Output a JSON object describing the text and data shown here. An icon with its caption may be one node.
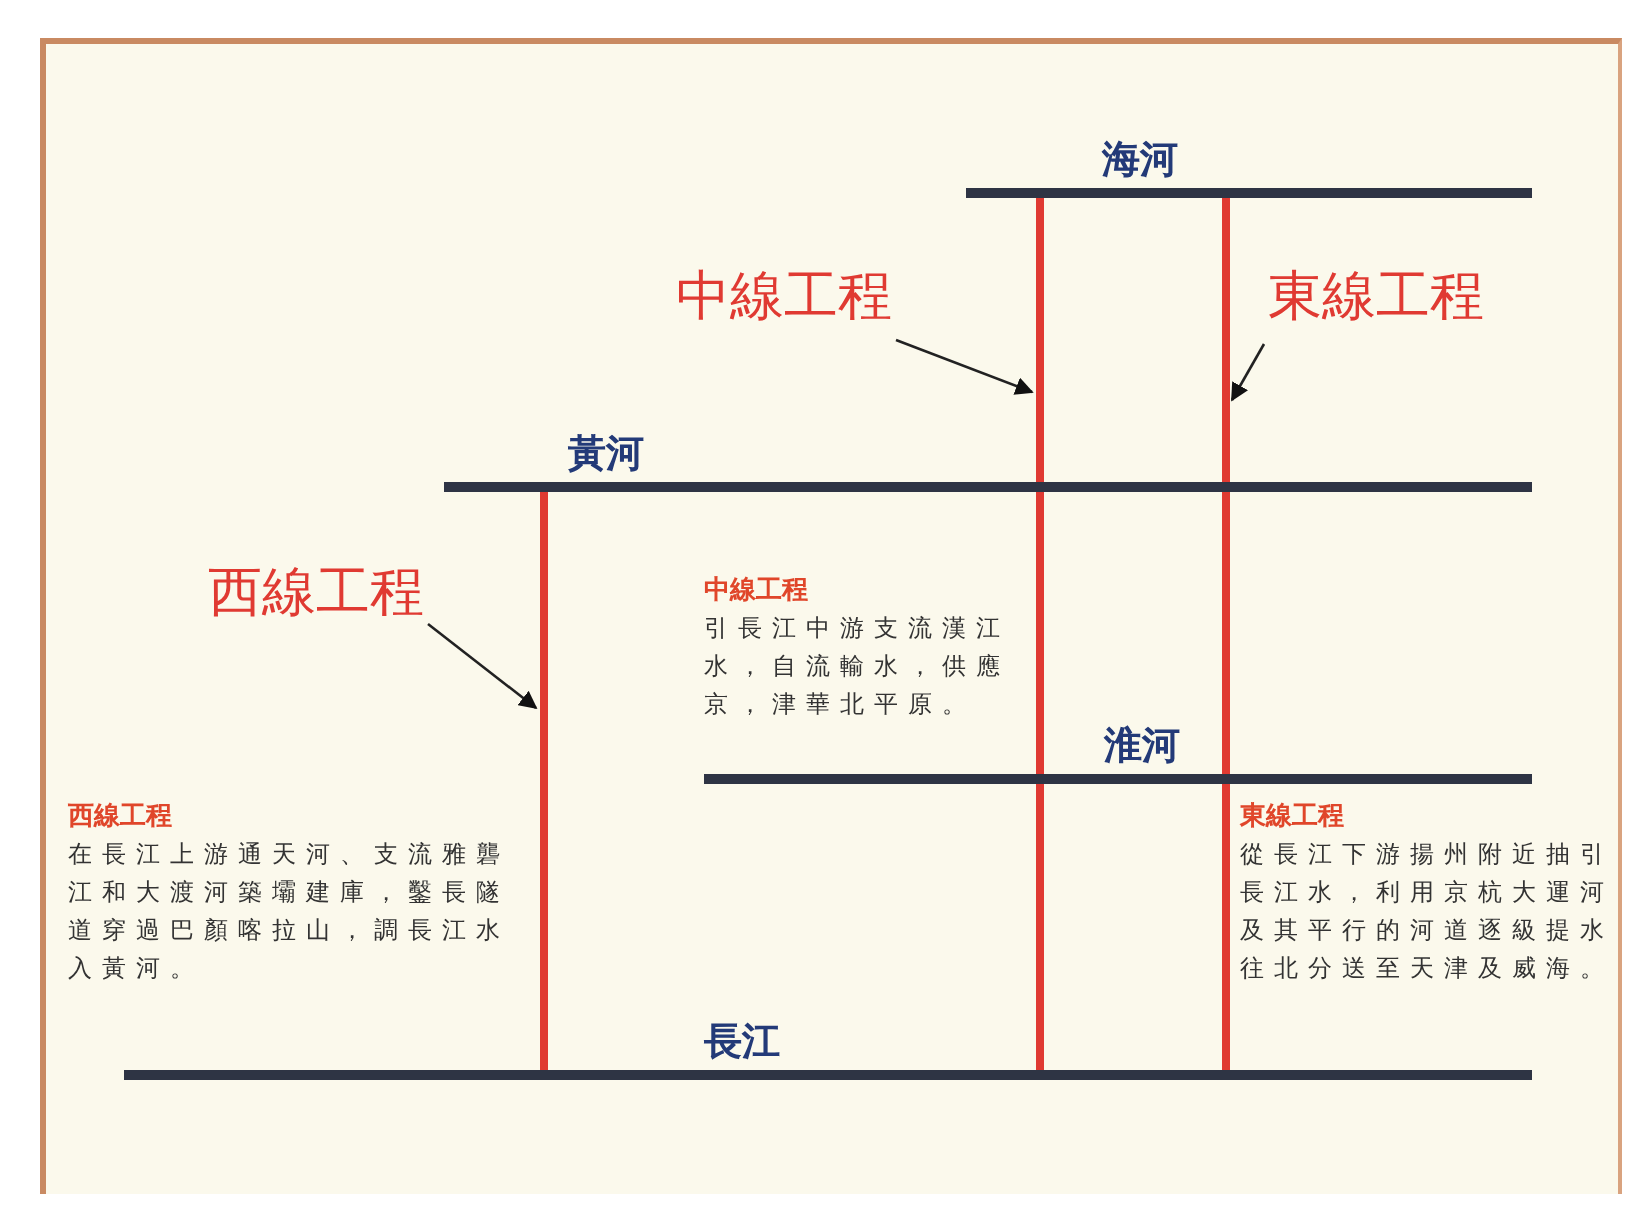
{
  "diagram": {
    "nodes": [
      {
        "text": [
          "海河"
        ]
      },
      {
        "text": [
          "中線工程"
        ]
      },
      {
        "text": [
          "東線工程"
        ]
      },
      {
        "text": [
          "黃河"
        ]
      },
      {
        "text": [
          "西線工程"
        ]
      },
      {
        "text": [
          "淮河"
        ]
      },
      {
        "text": [
          "長江"
        ]
      }
    ],
    "edges": [
      {
        "from": 6,
        "to": 0,
        "arrow": "none",
        "style": "thick",
        "color": "#e03a32"
      },
      {
        "from": 6,
        "to": 0,
        "arrow": "none",
        "style": "thick",
        "color": "#e03a32"
      },
      {
        "from": 6,
        "to": 3,
        "arrow": "none",
        "style": "thick",
        "color": "#e03a32"
      },
      {
        "from": 1,
        "to": null,
        "arrow": "to",
        "color": "#222222"
      },
      {
        "from": 2,
        "to": null,
        "arrow": "to",
        "color": "#222222"
      },
      {
        "from": 4,
        "to": null,
        "arrow": "to",
        "color": "#222222"
      }
    ],
    "labels": [
      "中線工程",
      "引長江中游支流漢江水，自流輸水，供應京，津華北平原。",
      "西線工程",
      "在長江上游通天河、支流雅礱江和大渡河築壩建庫，鑿長隧道穿過巴顏喀拉山，調長江水入黃河。",
      "東線工程",
      "從長江下游揚州附近抽引長江水，利用京杭大運河及其平行的河道逐級提水往北分送至天津及威海。"
    ]
  }
}
